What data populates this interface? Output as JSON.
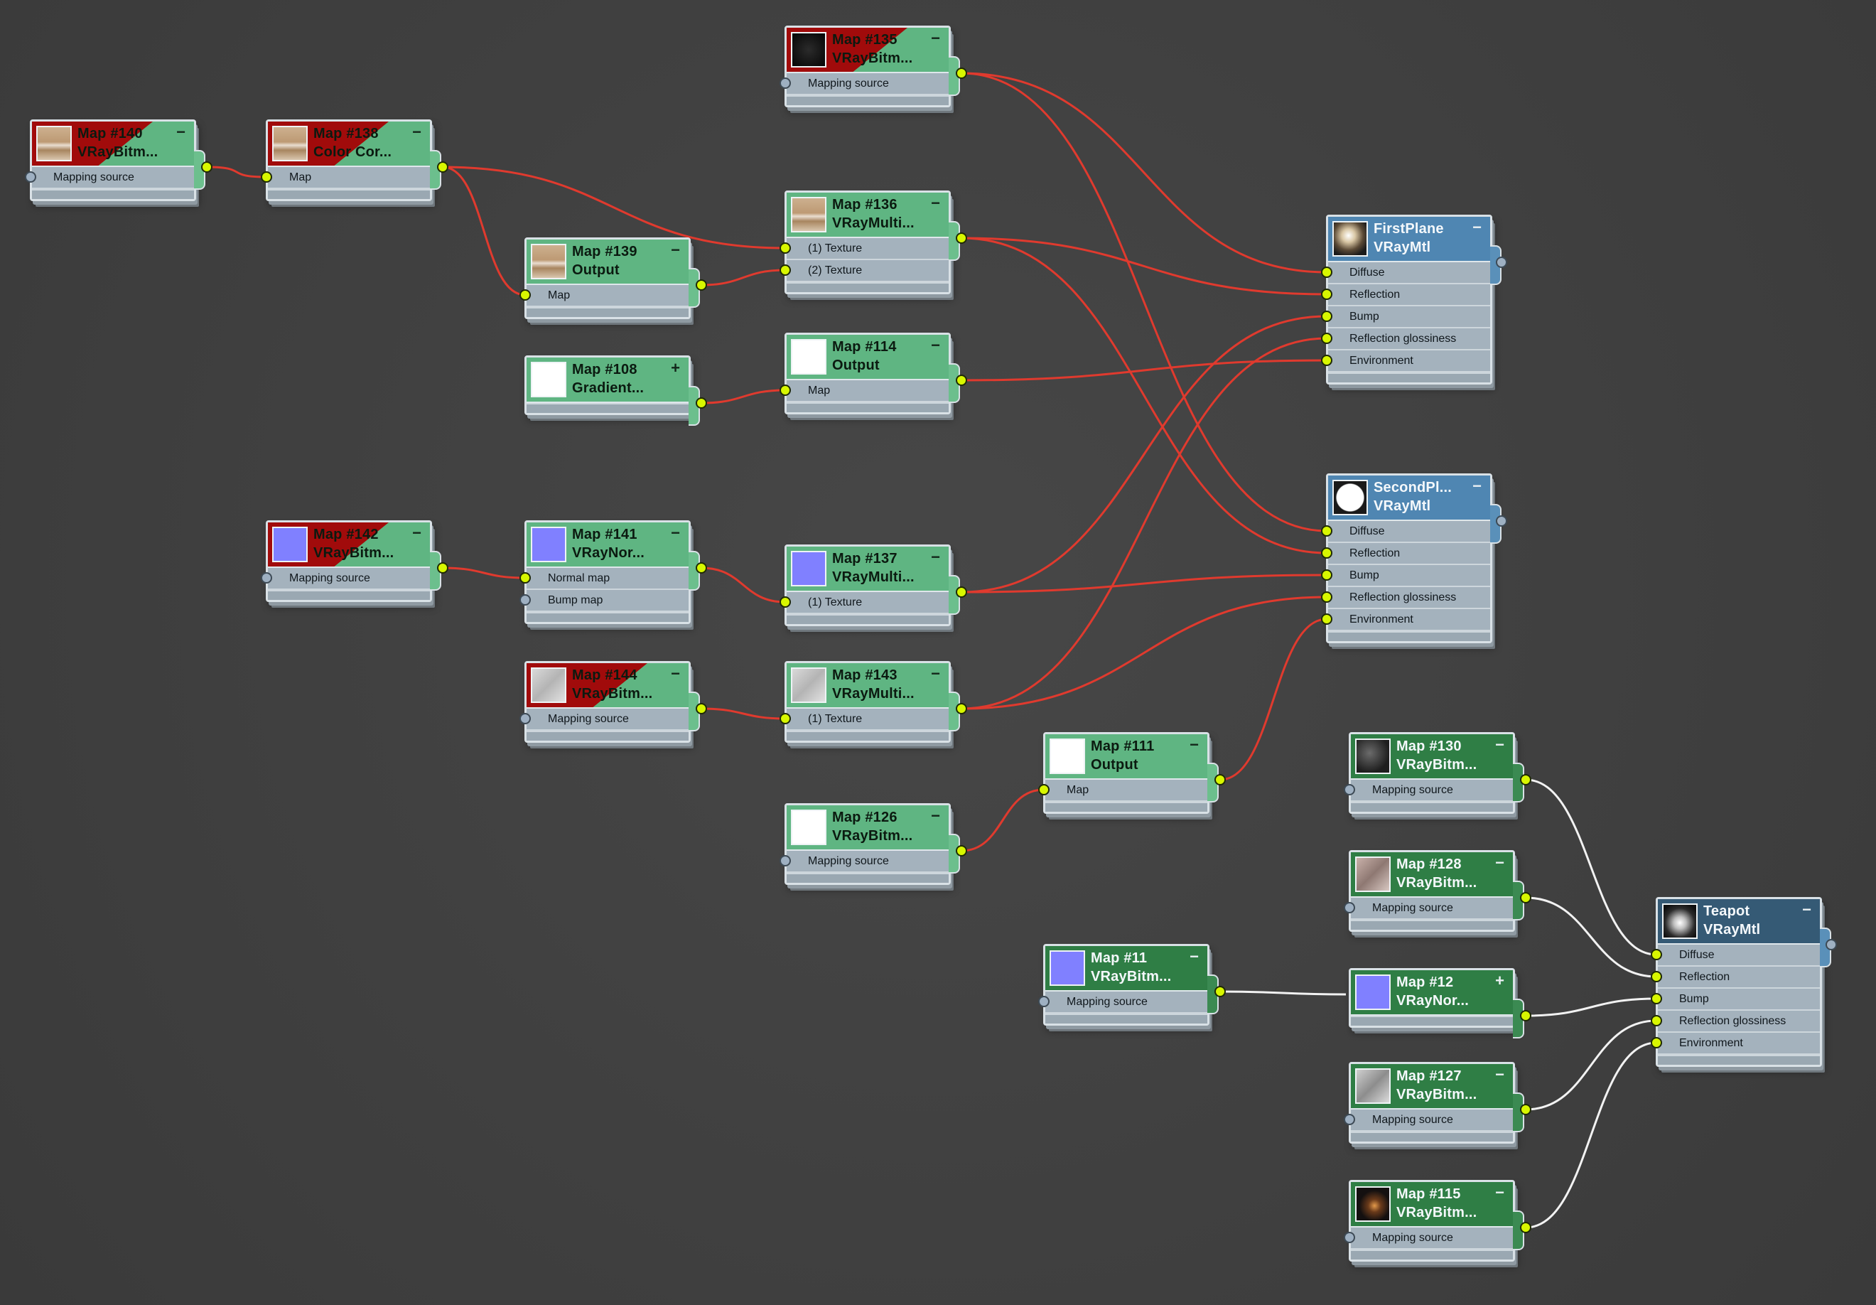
{
  "nodes": [
    {
      "id": "n140",
      "title": "Map #140",
      "subtitle": "VRayBitm...",
      "slots": [
        "Mapping source"
      ],
      "collapse": "−",
      "thumb": "beige-texture",
      "missing": true
    },
    {
      "id": "n138",
      "title": "Map #138",
      "subtitle": "Color Cor...",
      "slots": [
        "Map"
      ],
      "collapse": "−",
      "thumb": "beige-texture",
      "missing": true
    },
    {
      "id": "n135",
      "title": "Map #135",
      "subtitle": "VRayBitm...",
      "slots": [
        "Mapping source"
      ],
      "collapse": "−",
      "thumb": "black-texture",
      "missing": true
    },
    {
      "id": "n139",
      "title": "Map #139",
      "subtitle": "Output",
      "slots": [
        "Map"
      ],
      "collapse": "−",
      "thumb": "beige-texture",
      "missing": false
    },
    {
      "id": "n136",
      "title": "Map #136",
      "subtitle": "VRayMulti...",
      "slots": [
        "(1) Texture",
        "(2) Texture"
      ],
      "collapse": "−",
      "thumb": "beige-texture",
      "missing": false
    },
    {
      "id": "n108",
      "title": "Map #108",
      "subtitle": "Gradient...",
      "slots": [],
      "collapse": "+",
      "thumb": "white",
      "missing": false
    },
    {
      "id": "n114",
      "title": "Map #114",
      "subtitle": "Output",
      "slots": [
        "Map"
      ],
      "collapse": "−",
      "thumb": "white",
      "missing": false
    },
    {
      "id": "firstplane",
      "title": "FirstPlane",
      "subtitle": "VRayMtl",
      "slots": [
        "Diffuse",
        "Reflection",
        "Bump",
        "Reflection glossiness",
        "Environment"
      ],
      "collapse": "−",
      "thumb": "sphere-material",
      "missing": false
    },
    {
      "id": "secondplane",
      "title": "SecondPl...",
      "subtitle": "VRayMtl",
      "slots": [
        "Diffuse",
        "Reflection",
        "Bump",
        "Reflection glossiness",
        "Environment"
      ],
      "collapse": "−",
      "thumb": "white-sphere",
      "missing": false
    },
    {
      "id": "n142",
      "title": "Map #142",
      "subtitle": "VRayBitm...",
      "slots": [
        "Mapping source"
      ],
      "collapse": "−",
      "thumb": "normal-blue",
      "missing": true
    },
    {
      "id": "n141",
      "title": "Map #141",
      "subtitle": "VRayNor...",
      "slots": [
        "Normal map",
        "Bump map"
      ],
      "collapse": "−",
      "thumb": "normal-blue",
      "missing": false
    },
    {
      "id": "n137",
      "title": "Map #137",
      "subtitle": "VRayMulti...",
      "slots": [
        "(1) Texture"
      ],
      "collapse": "−",
      "thumb": "normal-blue",
      "missing": false
    },
    {
      "id": "n144",
      "title": "Map #144",
      "subtitle": "VRayBitm...",
      "slots": [
        "Mapping source"
      ],
      "collapse": "−",
      "thumb": "grey-texture",
      "missing": true
    },
    {
      "id": "n143",
      "title": "Map #143",
      "subtitle": "VRayMulti...",
      "slots": [
        "(1) Texture"
      ],
      "collapse": "−",
      "thumb": "grey-texture",
      "missing": false
    },
    {
      "id": "n111",
      "title": "Map #111",
      "subtitle": "Output",
      "slots": [
        "Map"
      ],
      "collapse": "−",
      "thumb": "white",
      "missing": false
    },
    {
      "id": "n126",
      "title": "Map #126",
      "subtitle": "VRayBitm...",
      "slots": [
        "Mapping source"
      ],
      "collapse": "−",
      "thumb": "white",
      "missing": false
    },
    {
      "id": "n130",
      "title": "Map #130",
      "subtitle": "VRayBitm...",
      "slots": [
        "Mapping source"
      ],
      "collapse": "−",
      "thumb": "dark-stone",
      "missing": false
    },
    {
      "id": "n128",
      "title": "Map #128",
      "subtitle": "VRayBitm...",
      "slots": [
        "Mapping source"
      ],
      "collapse": "−",
      "thumb": "pink-stone",
      "missing": false
    },
    {
      "id": "n11",
      "title": "Map #11",
      "subtitle": "VRayBitm...",
      "slots": [
        "Mapping source"
      ],
      "collapse": "−",
      "thumb": "normal-blue",
      "missing": false
    },
    {
      "id": "n12",
      "title": "Map #12",
      "subtitle": "VRayNor...",
      "slots": [],
      "collapse": "+",
      "thumb": "normal-blue",
      "missing": false
    },
    {
      "id": "n127",
      "title": "Map #127",
      "subtitle": "VRayBitm...",
      "slots": [
        "Mapping source"
      ],
      "collapse": "−",
      "thumb": "grey-stone",
      "missing": false
    },
    {
      "id": "n115",
      "title": "Map #115",
      "subtitle": "VRayBitm...",
      "slots": [
        "Mapping source"
      ],
      "collapse": "−",
      "thumb": "dark-room",
      "missing": false
    },
    {
      "id": "teapot",
      "title": "Teapot",
      "subtitle": "VRayMtl",
      "slots": [
        "Diffuse",
        "Reflection",
        "Bump",
        "Reflection glossiness",
        "Environment"
      ],
      "collapse": "−",
      "thumb": "teapot-sphere",
      "missing": false
    }
  ],
  "colors": {
    "wire_red": "#e03a2e",
    "wire_white": "#f2f2f2",
    "pin_yellow": "#d8f700",
    "map_header": "#5fb582",
    "map_header_selected": "#2f7e45",
    "material_header": "#4f86b2",
    "material_header_selected": "#355a75",
    "missing_red": "#a10b0b"
  },
  "connections": [
    {
      "from": "n140",
      "to": "n138",
      "slot": 0,
      "color": "red"
    },
    {
      "from": "n138",
      "to": "n139",
      "slot": 0,
      "color": "red"
    },
    {
      "from": "n138",
      "to": "n136",
      "slot": 0,
      "color": "red"
    },
    {
      "from": "n139",
      "to": "n136",
      "slot": 1,
      "color": "red"
    },
    {
      "from": "n108",
      "to": "n114",
      "slot": 0,
      "color": "red"
    },
    {
      "from": "n135",
      "to": "firstplane",
      "slot": 0,
      "color": "red"
    },
    {
      "from": "n136",
      "to": "firstplane",
      "slot": 1,
      "color": "red"
    },
    {
      "from": "n114",
      "to": "firstplane",
      "slot": 4,
      "color": "red"
    },
    {
      "from": "n137",
      "to": "firstplane",
      "slot": 2,
      "color": "red"
    },
    {
      "from": "n143",
      "to": "firstplane",
      "slot": 3,
      "color": "red"
    },
    {
      "from": "n135",
      "to": "secondplane",
      "slot": 0,
      "color": "red"
    },
    {
      "from": "n136",
      "to": "secondplane",
      "slot": 1,
      "color": "red"
    },
    {
      "from": "n137",
      "to": "secondplane",
      "slot": 2,
      "color": "red"
    },
    {
      "from": "n143",
      "to": "secondplane",
      "slot": 3,
      "color": "red"
    },
    {
      "from": "n111",
      "to": "secondplane",
      "slot": 4,
      "color": "red"
    },
    {
      "from": "n142",
      "to": "n141",
      "slot": 0,
      "color": "red"
    },
    {
      "from": "n141",
      "to": "n137",
      "slot": 0,
      "color": "red"
    },
    {
      "from": "n144",
      "to": "n143",
      "slot": 0,
      "color": "red"
    },
    {
      "from": "n126",
      "to": "n111",
      "slot": 0,
      "color": "red"
    },
    {
      "from": "n11",
      "to": "n12",
      "slot": -1,
      "color": "white"
    },
    {
      "from": "n130",
      "to": "teapot",
      "slot": 0,
      "color": "white"
    },
    {
      "from": "n128",
      "to": "teapot",
      "slot": 1,
      "color": "white"
    },
    {
      "from": "n12",
      "to": "teapot",
      "slot": 2,
      "color": "white"
    },
    {
      "from": "n127",
      "to": "teapot",
      "slot": 3,
      "color": "white"
    },
    {
      "from": "n115",
      "to": "teapot",
      "slot": 4,
      "color": "white"
    }
  ]
}
